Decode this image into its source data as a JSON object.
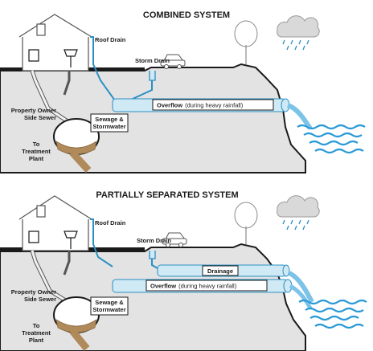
{
  "panels": [
    {
      "title": "COMBINED SYSTEM",
      "roof_drain": "Roof Drain",
      "storm_drain": "Storm Drain",
      "overflow_bold": "Overflow",
      "overflow_rest": "(during heavy rainfall)",
      "property_owner": "Property Owner",
      "side_sewer": "Side Sewer",
      "sewage_1": "Sewage &",
      "sewage_2": "Stormwater",
      "to": "To",
      "treatment": "Treatment",
      "plant": "Plant"
    },
    {
      "title": "PARTIALLY SEPARATED SYSTEM",
      "roof_drain": "Roof Drain",
      "storm_drain": "Storm Drain",
      "drainage": "Drainage",
      "overflow_bold": "Overflow",
      "overflow_rest": "(during heavy rainfall)",
      "property_owner": "Property Owner",
      "side_sewer": "Side Sewer",
      "sewage_1": "Sewage &",
      "sewage_2": "Stormwater",
      "to": "To",
      "treatment": "Treatment",
      "plant": "Plant"
    }
  ],
  "colors": {
    "water": "#2a9ad6",
    "pipe_fill": "#cfe9f5",
    "sewage": "#b08a5a",
    "ground": "#e3e3e3"
  }
}
